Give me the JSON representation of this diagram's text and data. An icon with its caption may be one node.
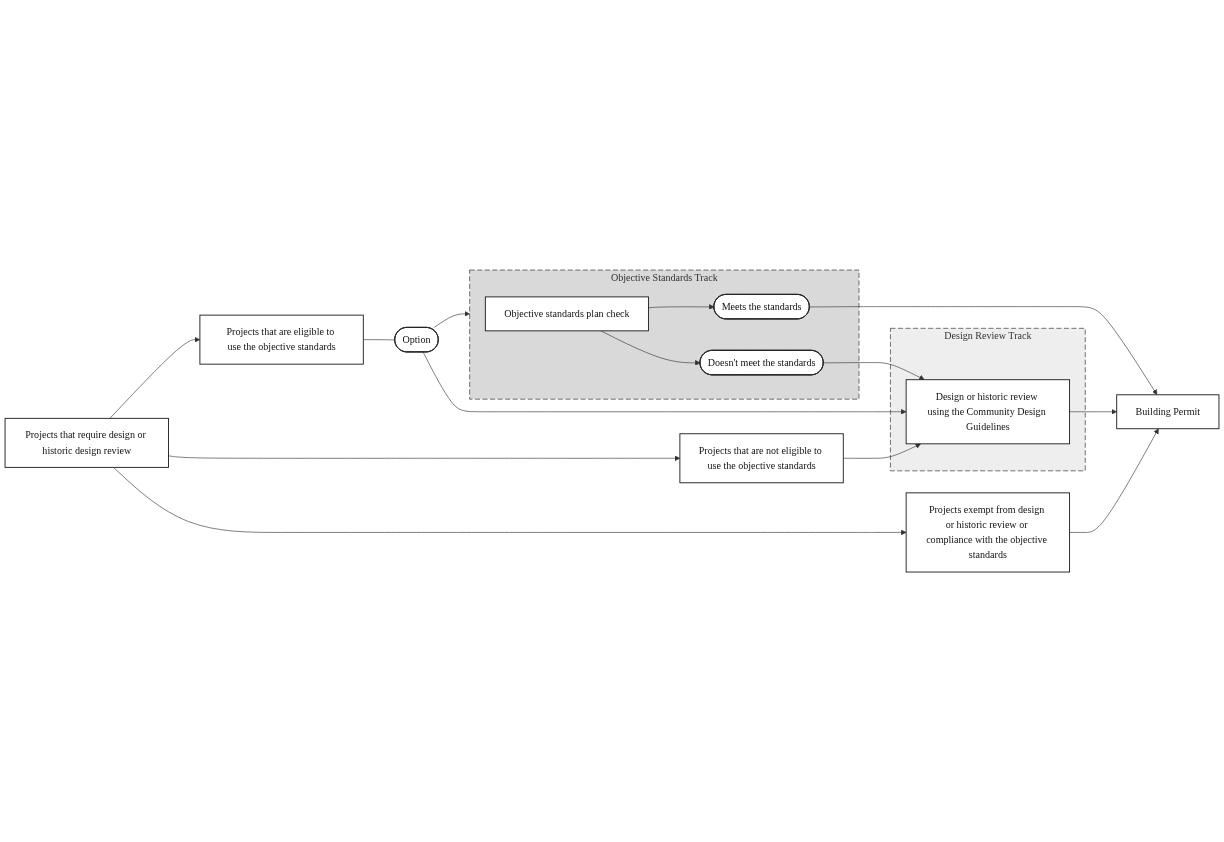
{
  "diagram": {
    "nodes": [
      {
        "text": [
          "Projects that require design or historic design review"
        ]
      },
      {
        "text": [
          "Projects that are eligible to use the objective standards"
        ]
      },
      {
        "text": [
          "Option"
        ]
      },
      {
        "text": [
          "Objective Standards Track"
        ]
      },
      {
        "text": [
          "Objective standards plan check"
        ],
        "in": 3
      },
      {
        "text": [
          "Meets the standards"
        ],
        "in": 3
      },
      {
        "text": [
          "Doesn't meet the standards"
        ],
        "in": 3
      },
      {
        "text": [
          "Building Permit"
        ]
      },
      {
        "text": [
          "Projects that are not eligible to use the objective standards"
        ]
      },
      {
        "text": [
          "Design Review Track"
        ]
      },
      {
        "text": [
          "Design or historic review using the Community Design Guidelines"
        ],
        "in": 9
      },
      {
        "text": [
          "Projects exempt from design or historic review or compliance with the objective standards"
        ]
      }
    ],
    "edges": [
      {
        "from": 0,
        "to": 1,
        "arrow": "to"
      },
      {
        "from": 0,
        "to": 8,
        "arrow": "to"
      },
      {
        "from": 0,
        "to": 11,
        "arrow": "to"
      },
      {
        "from": 1,
        "to": 2,
        "arrow": "none"
      },
      {
        "from": 2,
        "to": 3,
        "arrow": "to"
      },
      {
        "from": 4,
        "to": 5,
        "arrow": "to"
      },
      {
        "from": 4,
        "to": 6,
        "arrow": "to"
      },
      {
        "from": 5,
        "to": 7,
        "arrow": "to"
      },
      {
        "from": 6,
        "to": 10,
        "arrow": "to"
      },
      {
        "from": 2,
        "to": 10,
        "arrow": "to"
      },
      {
        "from": 8,
        "to": 10,
        "arrow": "to"
      },
      {
        "from": 10,
        "to": 7,
        "arrow": "to"
      },
      {
        "from": 11,
        "to": 7,
        "arrow": "to"
      }
    ]
  }
}
